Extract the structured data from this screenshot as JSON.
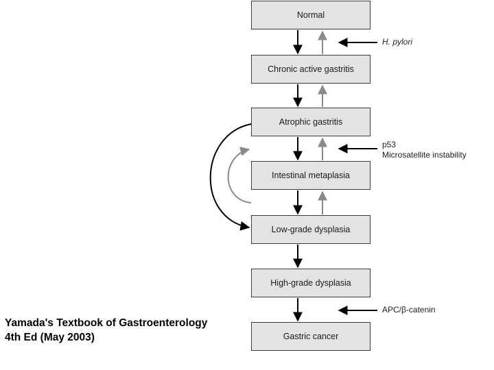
{
  "diagram": {
    "stages": [
      "Normal",
      "Chronic active gastritis",
      "Atrophic gastritis",
      "Intestinal metaplasia",
      "Low-grade dysplasia",
      "High-grade dysplasia",
      "Gastric cancer"
    ],
    "factors": {
      "h_pylori": "H. pylori",
      "p53": "p53",
      "msi": "Microsatellite instability",
      "apc": "APC/β-catenin"
    },
    "colors": {
      "forward_arrow": "#000000",
      "reverse_arrow": "#8a8a8a",
      "box_fill": "#e3e3e3"
    }
  },
  "caption": {
    "line1": "Yamada's Textbook of Gastroenterology",
    "line2": "4th Ed (May 2003)"
  }
}
